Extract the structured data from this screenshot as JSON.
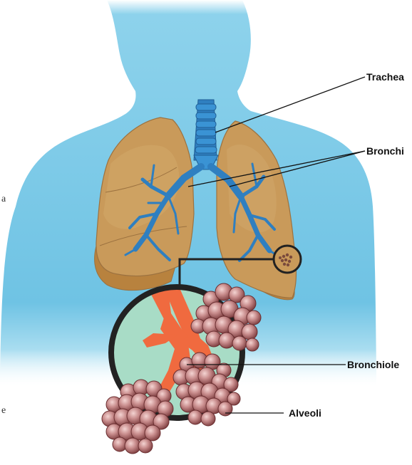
{
  "labels": {
    "trachea": "Trachea",
    "bronchi": "Bronchi",
    "bronchiole": "Bronchiole",
    "alveoli": "Alveoli"
  },
  "edge_fragments": {
    "upper": "a",
    "lower": "e"
  },
  "colors": {
    "body": "#7cc9e6",
    "lung": "#c99a5a",
    "lung_shadow": "#b8823e",
    "airway": "#2f7fc0",
    "bronchiole": "#f06a3f",
    "inset_bg": "#a8dcc6",
    "alveoli": "#b5686b"
  }
}
